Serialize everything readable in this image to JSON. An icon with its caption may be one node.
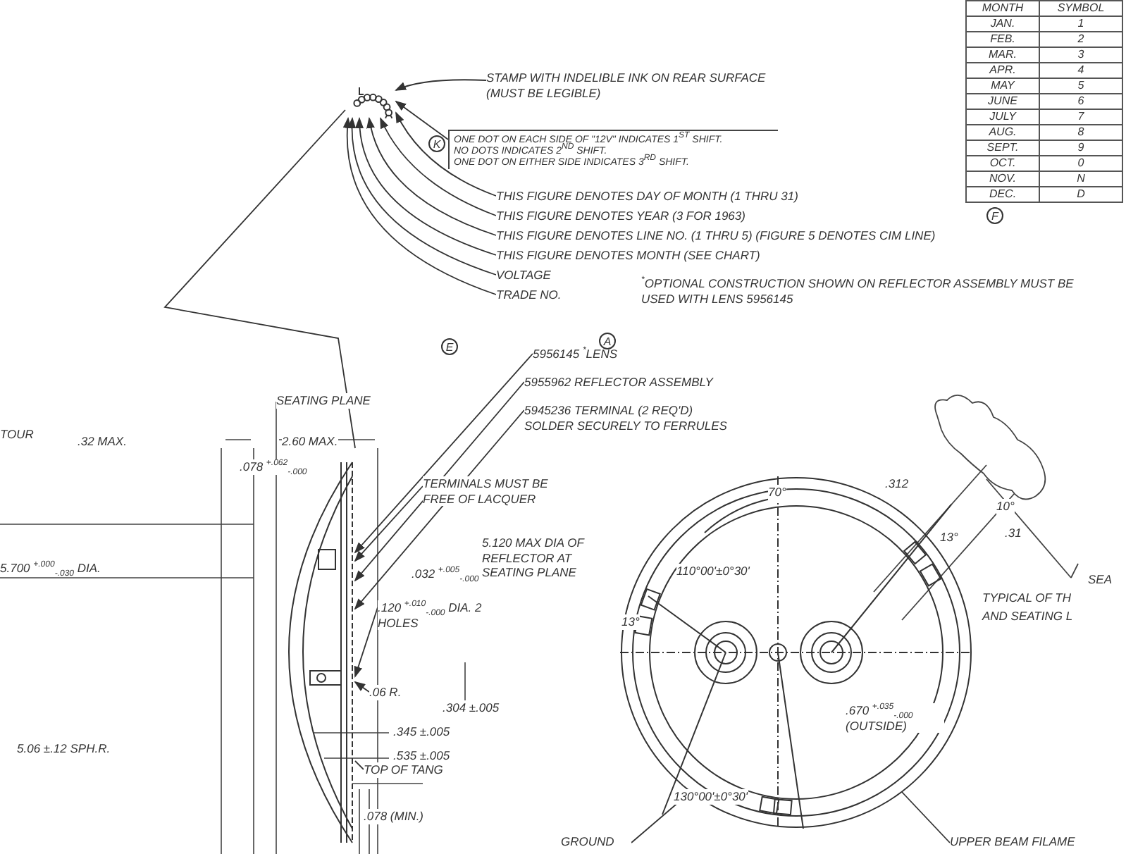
{
  "diagram": {
    "nodes": [
      {
        "text": [],
        "shape": "picture"
      },
      {
        "text": [
          "STAMP WITH INDELIBLE INK ON REAR SURFACE (MUST BE LEGIBLE)"
        ]
      },
      {
        "text": [
          "ONE DOT ON EACH SIDE OF \"12V\" INDICATES 1$^{ST}$ SHIFT.",
          "NO DOTS INDICATES 2$^{ND}$ SHIFT.",
          "ONE DOT ON EITHER SIDE INDICATES 3$^{RD}$ SHIFT."
        ]
      },
      {
        "text": [
          "THIS FIGURE DENOTES DAY OF MONTH (1 THRU 31)"
        ]
      },
      {
        "text": [
          "THIS FIGURE DENOTES YEAR (3 FOR 1963)"
        ]
      },
      {
        "text": [
          "THIS FIGURE DENOTES LINE NO. (1 THRU 5) (FIGURE 5 DENOTES CIM LINE)"
        ]
      },
      {
        "text": [
          "THIS FIGURE DENOTES MONTH (SEE CHART)"
        ]
      },
      {
        "text": [
          "VOLTAGE"
        ]
      },
      {
        "text": [
          "TRADE NO."
        ]
      },
      {
        "text": [
          "5956145 $^{*}$LENS"
        ]
      },
      {
        "text": [
          "5955962 REFLECTOR ASSEMBLY"
        ]
      },
      {
        "text": [
          "5945236 TERMINAL (2 REQ'D) SOLDER SECURELY TO FERRULES"
        ]
      },
      {
        "text": [
          "TERMINALS MUST BE FREE OF LACQUER"
        ]
      },
      {
        "text": [],
        "shape": "picture"
      },
      {
        "text": [],
        "shape": "picture"
      },
      {
        "text": [
          "GROUND"
        ]
      },
      {
        "text": [
          "UPPER BEAM FILAME"
        ]
      },
      {
        "text": [
          "TOP OF TANG"
        ]
      },
      {
        "text": [
          ".120 $^{+.010}$$_{-.000}$ DIA. 2 HOLES"
        ]
      },
      {
        "text": [
          ".06 R."
        ]
      }
    ],
    "edges": [
      {
        "from": 1,
        "to": 0,
        "arrow": "to"
      },
      {
        "from": 2,
        "to": 0,
        "arrow": "to"
      },
      {
        "from": 3,
        "to": 0,
        "arrow": "to"
      },
      {
        "from": 4,
        "to": 0,
        "arrow": "to"
      },
      {
        "from": 5,
        "to": 0,
        "arrow": "to"
      },
      {
        "from": 6,
        "to": 0,
        "arrow": "to"
      },
      {
        "from": 7,
        "to": 0,
        "arrow": "to"
      },
      {
        "from": 8,
        "to": 0,
        "arrow": "to"
      },
      {
        "from": 0,
        "to": 13,
        "arrow": "none"
      },
      {
        "from": 9,
        "to": 13,
        "arrow": "to"
      },
      {
        "from": 10,
        "to": 13,
        "arrow": "to"
      },
      {
        "from": 11,
        "to": 13,
        "arrow": "to"
      },
      {
        "from": 12,
        "to": 13,
        "arrow": "to"
      },
      {
        "from": 15,
        "to": 14,
        "arrow": "none"
      },
      {
        "from": 16,
        "to": 14,
        "arrow": "none"
      },
      {
        "from": 17,
        "to": 13,
        "arrow": "none"
      },
      {
        "from": 18,
        "to": 13,
        "arrow": "to"
      },
      {
        "from": 19,
        "to": 13,
        "arrow": "to"
      }
    ],
    "labels": [
      "MONTH",
      "SYMBOL",
      "JAN.",
      "1",
      "FEB.",
      "2",
      "MAR.",
      "3",
      "APR.",
      "4",
      "MAY",
      "5",
      "JUNE",
      "6",
      "JULY",
      "7",
      "AUG.",
      "8",
      "SEPT.",
      "9",
      "OCT.",
      "0",
      "NOV.",
      "N",
      "DEC.",
      "D",
      "K",
      "F",
      "$^{*}$OPTIONAL CONSTRUCTION SHOWN ON REFLECTOR ASSEMBLY MUST BE USED WITH LENS 5956145",
      "E",
      "A",
      "TOUR",
      "SEATING PLANE",
      ".32 MAX.",
      "2.60 MAX.",
      ".078 $^{+.062}$$_{-.000}$",
      "5.700 $^{+.000}$$_{-.030}$ DIA.",
      ".032 $^{+.005}$$_{-.000}$",
      ".304 ±.005",
      ".345 ±.005",
      ".535 ±.005",
      ".078 (MIN.)",
      "5.06 ±.12 SPH.R.",
      "70°",
      "110°00'±0°30'",
      "13°",
      "130°00'±0°30'",
      ".670 $^{+.035}$$_{-.000}$ (OUTSIDE)",
      ".312",
      "10°",
      "13°",
      ".31",
      "SEA",
      "TYPICAL OF TH",
      "AND SEATING L",
      "5.120 MAX DIA OF REFLECTOR AT SEATING PLANE"
    ]
  }
}
